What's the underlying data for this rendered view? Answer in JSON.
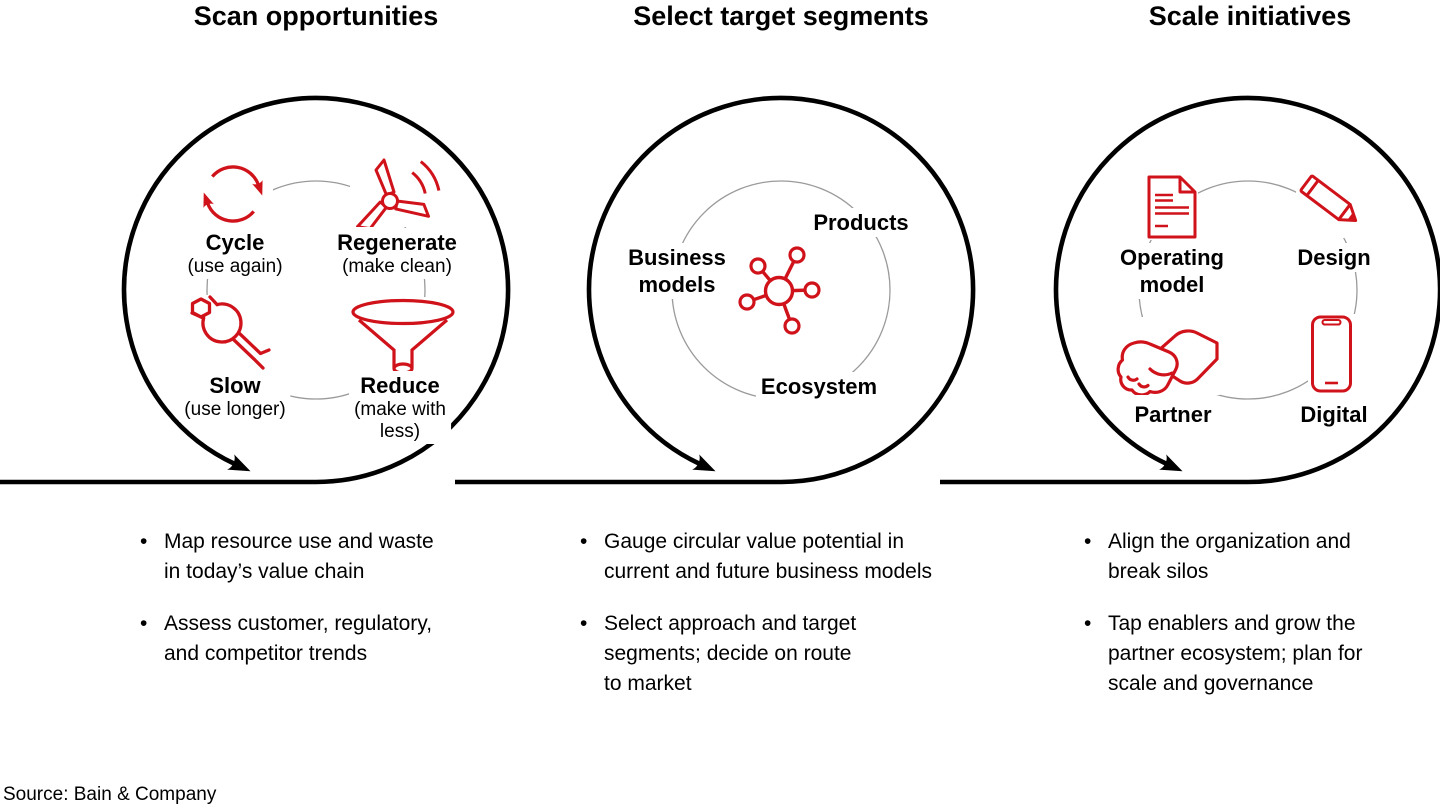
{
  "colors": {
    "red": "#d0121a",
    "black": "#000000",
    "inner_ring_gray": "#9a9a9a"
  },
  "source_note": "Source: Bain & Company",
  "bullet_char": "•",
  "columns": [
    {
      "heading": "Scan opportunities",
      "loop_items": [
        {
          "title": "Cycle",
          "sub": "(use again)",
          "icon": "cycle-arrows-icon"
        },
        {
          "title": "Regenerate",
          "sub": "(make clean)",
          "icon": "wind-turbine-icon"
        },
        {
          "title": "Slow",
          "sub": "(use longer)",
          "icon": "wrench-icon"
        },
        {
          "title": "Reduce",
          "sub": "(make with\nless)",
          "icon": "funnel-icon"
        }
      ],
      "bullets": [
        "Map resource use and waste\nin today’s value chain",
        "Assess customer, regulatory,\nand competitor trends"
      ]
    },
    {
      "heading": "Select target segments",
      "center_icon": "network-icon",
      "loop_items": [
        {
          "title": "Products"
        },
        {
          "title": "Business\nmodels"
        },
        {
          "title": "Ecosystem"
        }
      ],
      "bullets": [
        "Gauge circular value potential in\ncurrent and future business models",
        "Select approach and target\nsegments; decide on route\nto market"
      ]
    },
    {
      "heading": "Scale initiatives",
      "loop_items": [
        {
          "title": "Operating\nmodel",
          "icon": "document-icon"
        },
        {
          "title": "Design",
          "icon": "pencil-icon"
        },
        {
          "title": "Partner",
          "icon": "handshake-icon"
        },
        {
          "title": "Digital",
          "icon": "smartphone-icon"
        }
      ],
      "bullets": [
        "Align the organization and\nbreak silos",
        "Tap enablers and grow the\npartner ecosystem; plan for\nscale and governance"
      ]
    }
  ]
}
